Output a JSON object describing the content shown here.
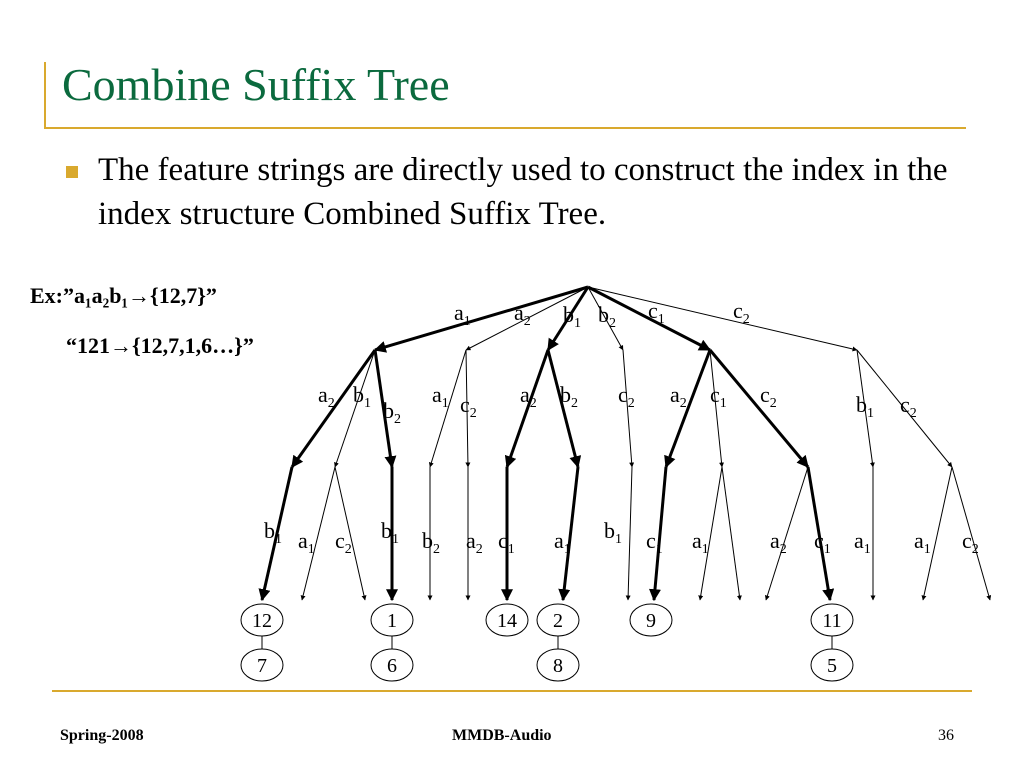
{
  "slide": {
    "title": "Combine Suffix Tree",
    "bullet": "The feature strings are directly used to construct the index in the index structure Combined Suffix Tree.",
    "example_line1": "Ex:”a₁a₂b₁→{12,7}”",
    "example_line2": "“121→{12,7,1,6…}”"
  },
  "footer": {
    "left": "Spring-2008",
    "center": "MMDB-Audio",
    "page": "36"
  },
  "tree": {
    "labels": [
      {
        "letter": "a",
        "sub": "1"
      },
      {
        "letter": "a",
        "sub": "2"
      },
      {
        "letter": "b",
        "sub": "1"
      },
      {
        "letter": "b",
        "sub": "2"
      },
      {
        "letter": "c",
        "sub": "1"
      },
      {
        "letter": "c",
        "sub": "2"
      },
      {
        "letter": "a",
        "sub": "2"
      },
      {
        "letter": "b",
        "sub": "1"
      },
      {
        "letter": "b",
        "sub": "2"
      },
      {
        "letter": "a",
        "sub": "1"
      },
      {
        "letter": "c",
        "sub": "2"
      },
      {
        "letter": "a",
        "sub": "2"
      },
      {
        "letter": "b",
        "sub": "2"
      },
      {
        "letter": "c",
        "sub": "2"
      },
      {
        "letter": "a",
        "sub": "2"
      },
      {
        "letter": "c",
        "sub": "1"
      },
      {
        "letter": "c",
        "sub": "2"
      },
      {
        "letter": "b",
        "sub": "1"
      },
      {
        "letter": "c",
        "sub": "2"
      },
      {
        "letter": "b",
        "sub": "1"
      },
      {
        "letter": "a",
        "sub": "1"
      },
      {
        "letter": "c",
        "sub": "2"
      },
      {
        "letter": "b",
        "sub": "1"
      },
      {
        "letter": "b",
        "sub": "2"
      },
      {
        "letter": "a",
        "sub": "2"
      },
      {
        "letter": "c",
        "sub": "1"
      },
      {
        "letter": "a",
        "sub": "1"
      },
      {
        "letter": "b",
        "sub": "1"
      },
      {
        "letter": "c",
        "sub": "1"
      },
      {
        "letter": "a",
        "sub": "1"
      },
      {
        "letter": "a",
        "sub": "2"
      },
      {
        "letter": "c",
        "sub": "1"
      },
      {
        "letter": "a",
        "sub": "1"
      },
      {
        "letter": "a",
        "sub": "1"
      },
      {
        "letter": "c",
        "sub": "2"
      }
    ],
    "leaf_nodes": [
      {
        "top": "12",
        "bottom": "7"
      },
      {
        "top": "1",
        "bottom": "6"
      },
      {
        "top": "14",
        "bottom": ""
      },
      {
        "top": "2",
        "bottom": "8"
      },
      {
        "top": "9",
        "bottom": ""
      },
      {
        "top": "11",
        "bottom": "5"
      }
    ]
  }
}
